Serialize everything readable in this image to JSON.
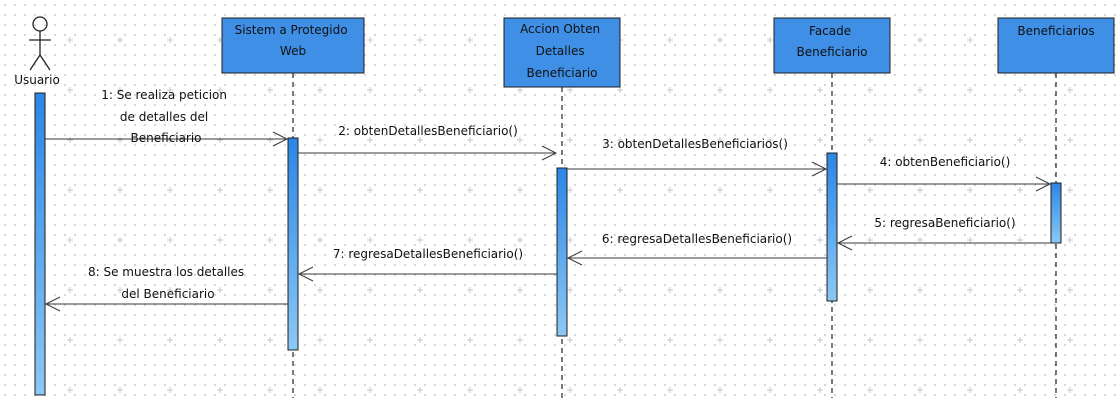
{
  "diagram": {
    "actor": {
      "label": "Usuario"
    },
    "lifelines": [
      {
        "id": "sistema",
        "lines": [
          "Sistem a Protegido",
          "Web"
        ]
      },
      {
        "id": "accion",
        "lines": [
          "Accion Obten",
          "Detalles",
          "Beneficiario"
        ]
      },
      {
        "id": "facade",
        "lines": [
          "Facade",
          "Beneficiario"
        ]
      },
      {
        "id": "beneficiarios",
        "lines": [
          "Beneficiarios"
        ]
      }
    ],
    "messages": [
      {
        "id": "m1",
        "from": "usuario",
        "to": "sistema",
        "direction": "right",
        "lines": [
          "1: Se realiza peticion",
          "de detalles del",
          "Beneficiario"
        ]
      },
      {
        "id": "m2",
        "from": "sistema",
        "to": "accion",
        "direction": "right",
        "lines": [
          "2: obtenDetallesBeneficiario()"
        ]
      },
      {
        "id": "m3",
        "from": "accion",
        "to": "facade",
        "direction": "right",
        "lines": [
          "3: obtenDetallesBeneficiarios()"
        ]
      },
      {
        "id": "m4",
        "from": "facade",
        "to": "beneficiarios",
        "direction": "right",
        "lines": [
          "4: obtenBeneficiario()"
        ]
      },
      {
        "id": "m5",
        "from": "beneficiarios",
        "to": "facade",
        "direction": "left",
        "lines": [
          "5: regresaBeneficiario()"
        ]
      },
      {
        "id": "m6",
        "from": "facade",
        "to": "accion",
        "direction": "left",
        "lines": [
          "6: regresaDetallesBeneficiario()"
        ]
      },
      {
        "id": "m7",
        "from": "accion",
        "to": "sistema",
        "direction": "left",
        "lines": [
          "7: regresaDetallesBeneficiario()"
        ]
      },
      {
        "id": "m8",
        "from": "sistema",
        "to": "usuario",
        "direction": "left",
        "lines": [
          "8: Se muestra los detalles",
          "del Beneficiario"
        ]
      }
    ],
    "colors": {
      "lifeline_box": "#3f8fe6",
      "activation_top": "#2b86e6",
      "activation_bottom": "#8cc8f4",
      "border": "#1d1d1d"
    }
  }
}
